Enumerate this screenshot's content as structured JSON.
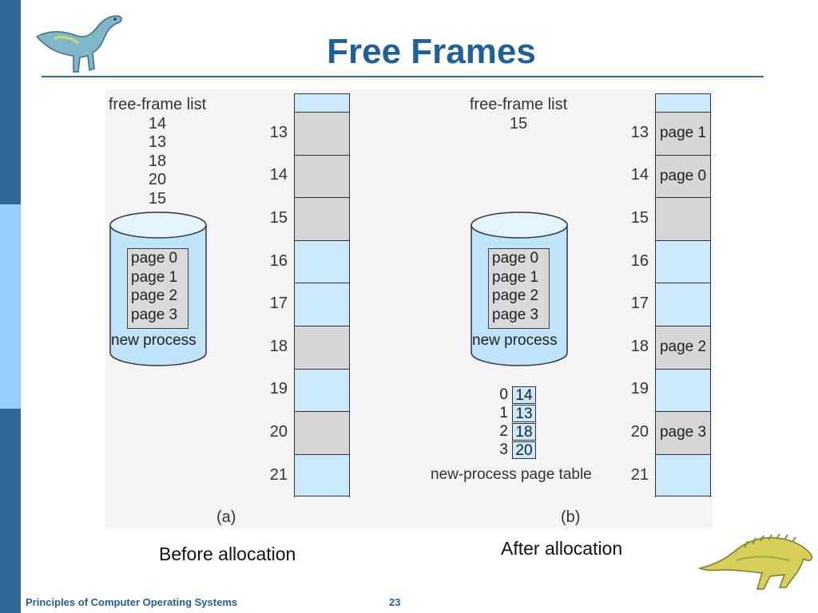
{
  "title": "Free Frames",
  "panel_a": {
    "free_frame_list_label": "free-frame list",
    "free_frame_list": [
      "14",
      "13",
      "18",
      "20",
      "15"
    ],
    "disk_pages": [
      "page 0",
      "page 1",
      "page 2",
      "page 3"
    ],
    "disk_label": "new process",
    "sublabel": "(a)",
    "frames": [
      {
        "number": "",
        "state": "free",
        "content": ""
      },
      {
        "number": "13",
        "state": "free-gray",
        "content": ""
      },
      {
        "number": "14",
        "state": "free-gray",
        "content": ""
      },
      {
        "number": "15",
        "state": "free-gray",
        "content": ""
      },
      {
        "number": "16",
        "state": "used",
        "content": ""
      },
      {
        "number": "17",
        "state": "used",
        "content": ""
      },
      {
        "number": "18",
        "state": "free-gray",
        "content": ""
      },
      {
        "number": "19",
        "state": "used",
        "content": ""
      },
      {
        "number": "20",
        "state": "free-gray",
        "content": ""
      },
      {
        "number": "21",
        "state": "used",
        "content": ""
      }
    ]
  },
  "panel_b": {
    "free_frame_list_label": "free-frame list",
    "free_frame_list": [
      "15"
    ],
    "disk_pages": [
      "page 0",
      "page 1",
      "page 2",
      "page 3"
    ],
    "disk_label": "new process",
    "sublabel": "(b)",
    "page_table_label": "new-process page table",
    "page_table": [
      {
        "index": "0",
        "frame": "14"
      },
      {
        "index": "1",
        "frame": "13"
      },
      {
        "index": "2",
        "frame": "18"
      },
      {
        "index": "3",
        "frame": "20"
      }
    ],
    "frames": [
      {
        "number": "",
        "state": "free",
        "content": ""
      },
      {
        "number": "13",
        "state": "free-gray",
        "content": "page 1"
      },
      {
        "number": "14",
        "state": "free-gray",
        "content": "page 0"
      },
      {
        "number": "15",
        "state": "free-gray",
        "content": ""
      },
      {
        "number": "16",
        "state": "used",
        "content": ""
      },
      {
        "number": "17",
        "state": "used",
        "content": ""
      },
      {
        "number": "18",
        "state": "free-gray",
        "content": "page 2"
      },
      {
        "number": "19",
        "state": "used",
        "content": ""
      },
      {
        "number": "20",
        "state": "free-gray",
        "content": "page 3"
      },
      {
        "number": "21",
        "state": "used",
        "content": ""
      }
    ]
  },
  "captions": {
    "before": "Before allocation",
    "after": "After allocation"
  },
  "footer": {
    "course": "Principles of Computer Operating Systems",
    "page_number": "23"
  },
  "colors": {
    "sidebar_dark": "#336699",
    "sidebar_light": "#99ccff",
    "title": "#1f5f9a",
    "frame_blue": "#cce9fb",
    "frame_gray": "#d6d6d6"
  }
}
